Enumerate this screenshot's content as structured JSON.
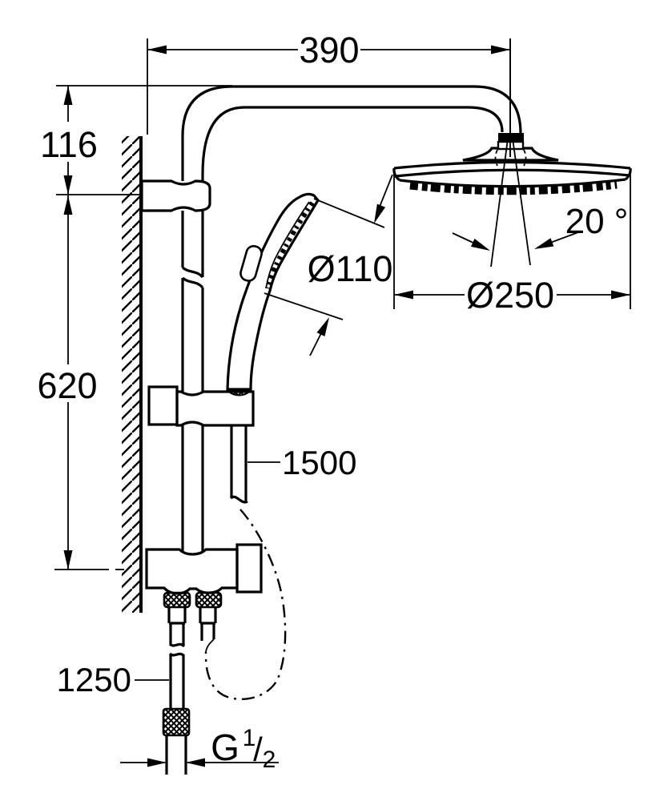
{
  "colors": {
    "line": "#000000",
    "background": "#ffffff"
  },
  "dimensions": {
    "arm_reach": {
      "label": "390"
    },
    "top_offset": {
      "label": "116"
    },
    "rail_height": {
      "label": "620"
    },
    "hand_shower_diameter": {
      "label": "Ø110"
    },
    "head_shower_angle": {
      "label": "20 °"
    },
    "head_shower_diameter": {
      "label": "Ø250"
    },
    "shower_hose_length": {
      "label": "1500"
    },
    "supply_hose_length": {
      "label": "1250"
    },
    "thread": {
      "g": "G",
      "numerator": "1",
      "slash": "/",
      "denominator": "2"
    }
  }
}
